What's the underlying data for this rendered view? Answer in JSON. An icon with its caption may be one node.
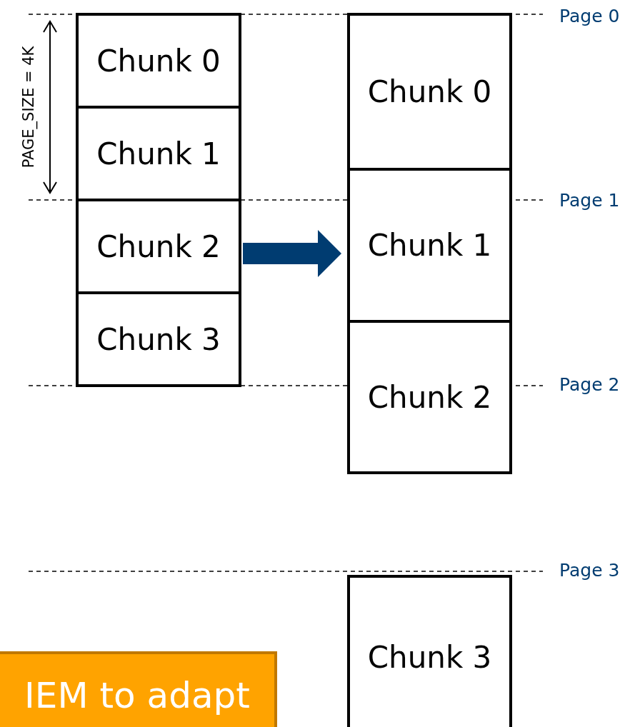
{
  "diagram": {
    "nodes": [
      {
        "text": [
          "Chunk 0"
        ]
      },
      {
        "text": [
          "Chunk 1"
        ]
      },
      {
        "text": [
          "Chunk 2"
        ]
      },
      {
        "text": [
          "Chunk 3"
        ]
      },
      {
        "text": [
          "Chunk 0"
        ]
      },
      {
        "text": [
          "Chunk 1"
        ]
      },
      {
        "text": [
          "Chunk 2"
        ]
      },
      {
        "text": [
          "Chunk 3"
        ]
      },
      {
        "text": [
          "IEM to adapt"
        ]
      }
    ],
    "edges": [
      {
        "from": 2,
        "to": 5,
        "arrow": "to",
        "color": "#003c71"
      }
    ],
    "labels": [
      "PAGE_SIZE = 4K",
      "Page 0",
      "Page 1",
      "Page 2",
      "Page 3"
    ]
  }
}
